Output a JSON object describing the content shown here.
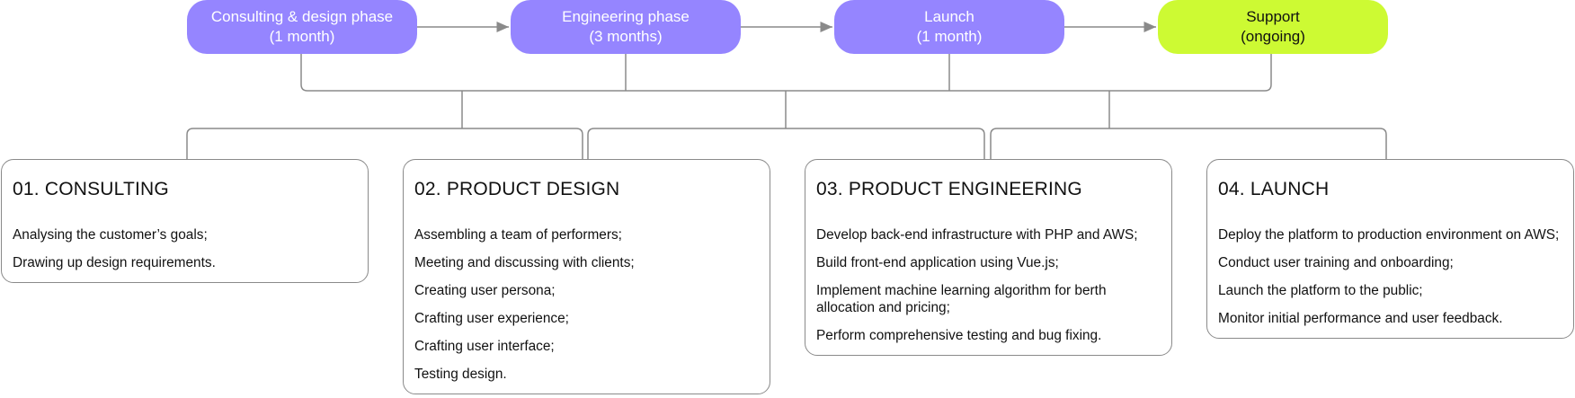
{
  "phases": [
    {
      "name": "Consulting & design phase",
      "duration": "(1 month)"
    },
    {
      "name": "Engineering phase",
      "duration": "(3 months)"
    },
    {
      "name": "Launch",
      "duration": "(1 month)"
    },
    {
      "name": "Support",
      "duration": "(ongoing)"
    }
  ],
  "cards": [
    {
      "title": "01. CONSULTING",
      "items": [
        "Analysing the customer’s goals;",
        "Drawing up design requirements."
      ]
    },
    {
      "title": "02. PRODUCT DESIGN",
      "items": [
        "Assembling a team of performers;",
        "Meeting and discussing with clients;",
        "Creating user persona;",
        "Crafting user experience;",
        "Crafting user interface;",
        "Testing design."
      ]
    },
    {
      "title": "03. PRODUCT ENGINEERING",
      "items": [
        "Develop back-end infrastructure with PHP and AWS;",
        "Build front-end application using Vue.js;",
        "Implement machine learning algorithm for berth allocation and pricing;",
        "Perform comprehensive testing and bug fixing."
      ]
    },
    {
      "title": "04. LAUNCH",
      "items": [
        "Deploy the platform to production environment on AWS;",
        "Conduct user training and onboarding;",
        "Launch the platform to the public;",
        "Monitor initial performance and user feedback."
      ]
    }
  ],
  "colors": {
    "phase_accent": "#9585ff",
    "support_accent": "#cdfa33",
    "line": "#8a8a8a"
  }
}
